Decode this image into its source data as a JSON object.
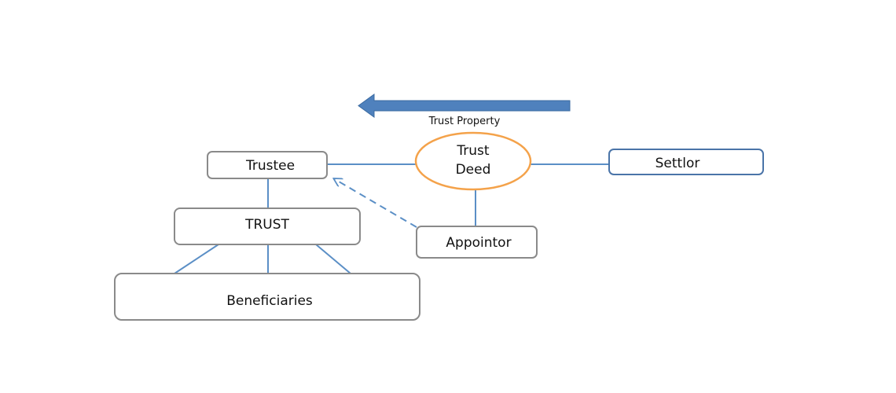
{
  "labels": {
    "trust_property": "Trust Property",
    "trust_deed_line1": "Trust",
    "trust_deed_line2": "Deed",
    "trustee": "Trustee",
    "settlor": "Settlor",
    "trust": "TRUST",
    "appointor": "Appointor",
    "beneficiaries": "Beneficiaries"
  },
  "colors": {
    "connector": "#5b8fc6",
    "arrow_fill": "#4f81bd",
    "arrow_stroke": "#3a6aa0",
    "deed_outline": "#f4a24a",
    "box_border": "#8a8a8a",
    "settlor_border": "#4a74a8"
  }
}
